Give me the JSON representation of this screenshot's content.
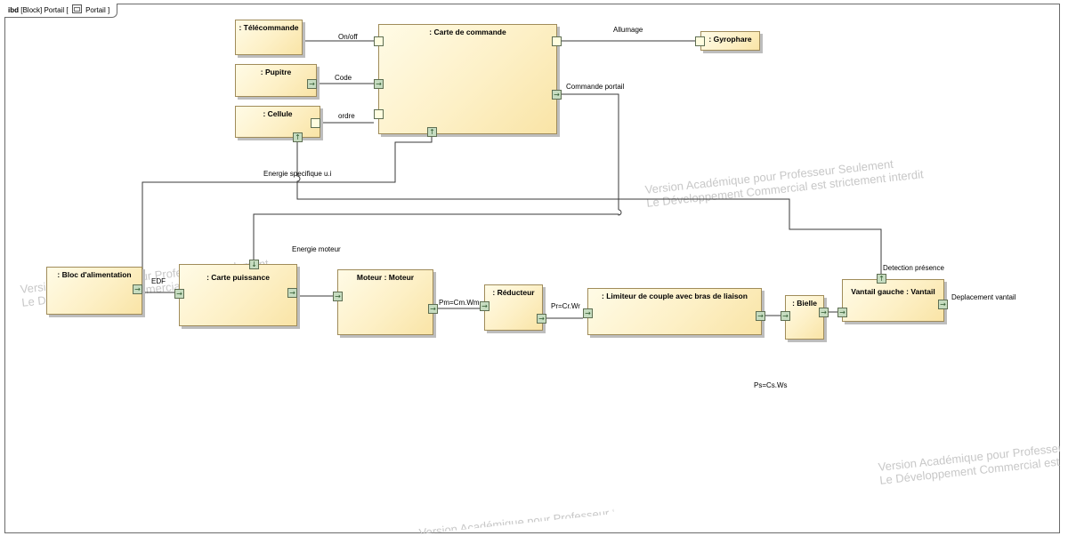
{
  "diagram": {
    "frame_kind": "ibd",
    "frame_title": "[Block] Portail [",
    "frame_title_end": "Portail ]"
  },
  "blocks": {
    "telecommande": ": Télécommande",
    "carte_commande": ": Carte de commande",
    "gyrophare": ": Gyrophare",
    "pupitre": ": Pupitre",
    "cellule": ": Cellule",
    "bloc_alim": ": Bloc d'alimentation",
    "carte_puissance": ": Carte puissance",
    "moteur": "Moteur : Moteur",
    "reducteur": ": Réducteur",
    "limiteur": ": Limiteur de couple avec bras de liaison",
    "bielle": ": Bielle",
    "vantail": "Vantail gauche : Vantail"
  },
  "connectors": {
    "onoff": "On/off",
    "allumage": "Allumage",
    "code": "Code",
    "commande_portail": "Commande portail",
    "ordre": "ordre",
    "energie_specifique": "Energie specifique u.i",
    "energie_moteur": "Energie moteur",
    "edf": "EDF",
    "pm": "Pm=Cm.Wm",
    "pr": "Pr=Cr.Wr",
    "detection": "Detection présence",
    "deplacement": "Deplacement vantail",
    "ps": "Ps=Cs.Ws"
  },
  "watermarks": {
    "line1": "Version Académique pour Professeur Seulement",
    "line2": "Le Développement Commercial est strictement interdit",
    "left_line1": "Version Académique pour Professeur Seulement",
    "left_line2": "Le Développement Commercial est strictement interdit",
    "right_line1": "Version Académique pour Professeur Seulement",
    "right_line2": "Le Développement Commercial est strictement interdit",
    "bottom_line1": "Version Académique pour Professeur Seulement"
  },
  "colors": {
    "block_fill": "#fdf0c6",
    "block_border": "#a08c5a",
    "flow_port": "#c6dcc0",
    "wire": "#3a3a3a",
    "watermark": "#c8c8c8"
  }
}
